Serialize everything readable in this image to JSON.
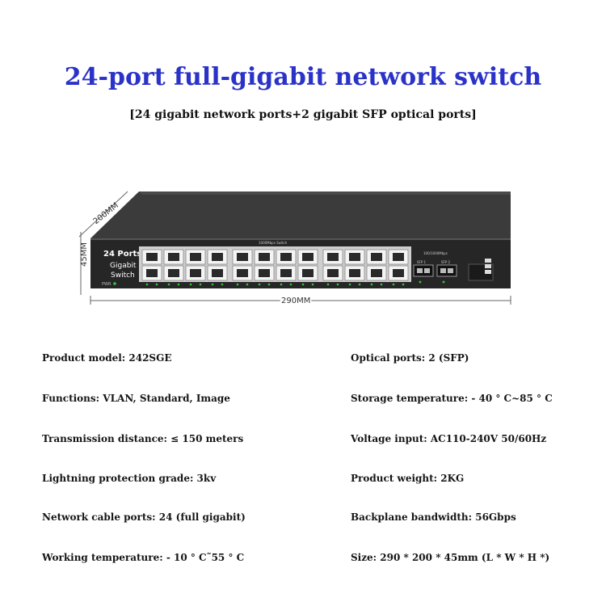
{
  "title": "24-port full-gigabit network switch",
  "subtitle": "[24 gigabit network ports+2 gigabit SFP optical ports]",
  "device": {
    "dim_depth": "200MM",
    "dim_height": "45MM",
    "dim_width": "290MM",
    "label_line1": "24 Ports",
    "label_line2": "Gigabit",
    "label_line3": "Switch",
    "pwr": "PWR",
    "switch_text": "1000Mbps Switch",
    "sfp_speed": "100/1000Mbps",
    "sfp1": "SFP 1",
    "sfp2": "SFP 2",
    "port_count": 24,
    "colors": {
      "body": "#2b2b2b",
      "top": "#3a3a3a",
      "led": "#39c43a",
      "title": "#2a32c8"
    }
  },
  "specs": {
    "left": [
      "Product model: 242SGE",
      "Functions: VLAN, Standard, Image",
      "Transmission distance: ≤ 150 meters",
      "Lightning protection grade: 3kv",
      "Network cable ports: 24 (full gigabit)",
      "Working temperature: - 10 ° C˜55 ° C"
    ],
    "right": [
      "Optical ports: 2 (SFP)",
      "Storage temperature: - 40 ° C~85 ° C",
      "Voltage input: AC110-240V 50/60Hz",
      "Product weight: 2KG",
      "Backplane bandwidth: 56Gbps",
      "Size: 290 * 200 * 45mm (L * W * H *)"
    ]
  }
}
